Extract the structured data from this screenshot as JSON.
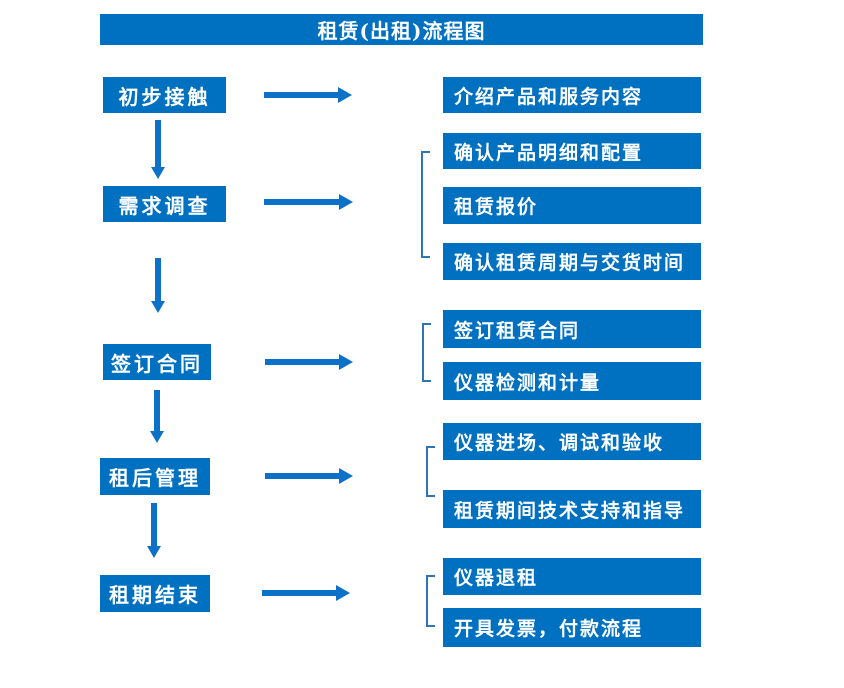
{
  "title": "租赁(出租)流程图",
  "steps": [
    {
      "label": "初步接触",
      "details": [
        "介绍产品和服务内容"
      ]
    },
    {
      "label": "需求调查",
      "details": [
        "确认产品明细和配置",
        "租赁报价",
        "确认租赁周期与交货时间"
      ]
    },
    {
      "label": "签订合同",
      "details": [
        "签订租赁合同",
        "仪器检测和计量"
      ]
    },
    {
      "label": "租后管理",
      "details": [
        "仪器进场、调试和验收",
        "租赁期间技术支持和指导"
      ]
    },
    {
      "label": "租期结束",
      "details": [
        "仪器退租",
        "开具发票，付款流程"
      ]
    }
  ],
  "colors": {
    "box_fill": "#0070C0",
    "arrow": "#0E71C8",
    "bracket": "#2E75B6",
    "text": "#FFFFFF",
    "background": "#FFFFFF"
  }
}
